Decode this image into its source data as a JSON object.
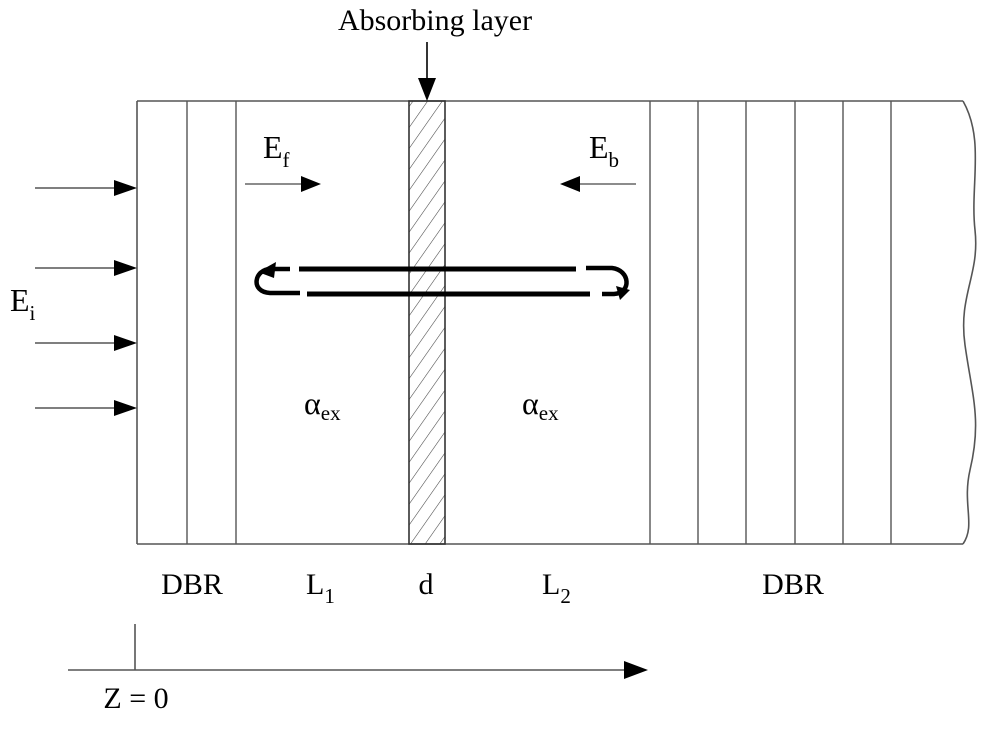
{
  "diagram": {
    "callout": "Absorbing layer",
    "fields": {
      "forward": {
        "main": "E",
        "sub": "f"
      },
      "backward": {
        "main": "E",
        "sub": "b"
      },
      "incident": {
        "main": "E",
        "sub": "i"
      }
    },
    "absorption": {
      "left": {
        "main": "α",
        "sub": "ex"
      },
      "right": {
        "main": "α",
        "sub": "ex"
      }
    },
    "regions": {
      "dbr_left": "DBR",
      "l1": {
        "main": "L",
        "sub": "1"
      },
      "d": "d",
      "l2": {
        "main": "L",
        "sub": "2"
      },
      "dbr_right": "DBR"
    },
    "axis_origin": "Z = 0"
  }
}
